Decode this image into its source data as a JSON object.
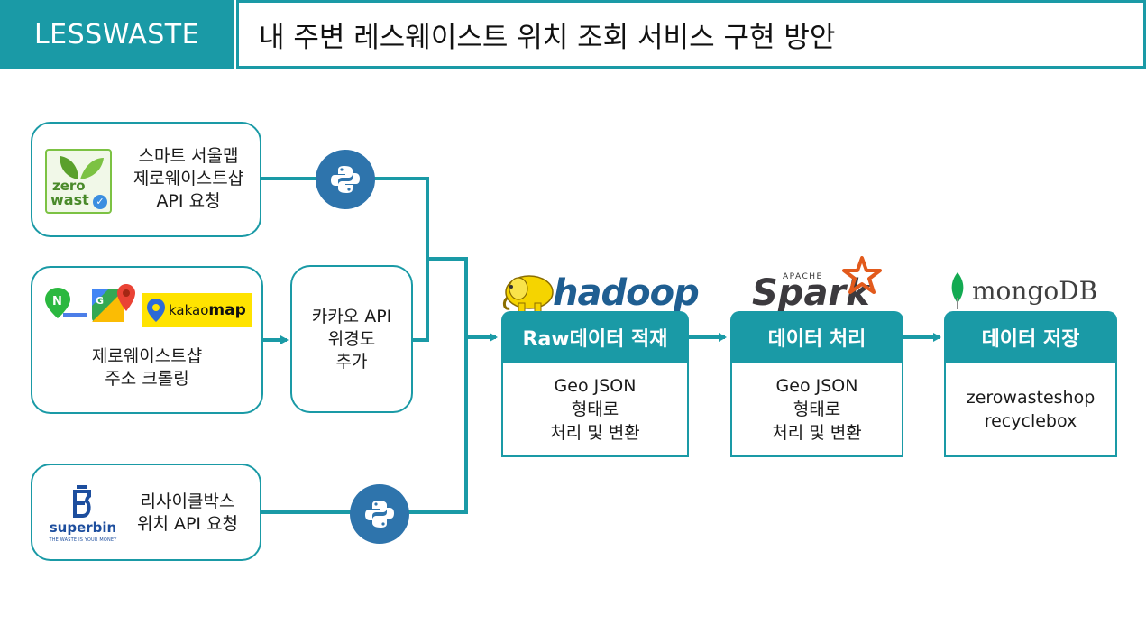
{
  "header": {
    "brand": "LESSWASTE",
    "title": "내 주변 레스웨이스트 위치 조회 서비스 구현 방안"
  },
  "sources": {
    "seoul": {
      "logo_line1": "zero",
      "logo_line2": "wast",
      "text": [
        "스마트 서울맵",
        "제로웨이스트샵",
        "API 요청"
      ]
    },
    "crawl": {
      "kakao_label_a": "kakao",
      "kakao_label_b": "map",
      "text": [
        "제로웨이스트샵",
        "주소 크롤링"
      ]
    },
    "kakao_geo": {
      "text": [
        "카카오 API",
        "위경도",
        "추가"
      ]
    },
    "superbin": {
      "logo_word": "superbin",
      "logo_tagline": "THE WASTE IS YOUR MONEY",
      "text": [
        "리사이클박스",
        "위치 API 요청"
      ]
    }
  },
  "stages": [
    {
      "logo": "hadoop",
      "head": "Raw데이터 적재",
      "body": [
        "Geo JSON",
        "형태로",
        "처리 및 변환"
      ]
    },
    {
      "logo_small": "APACHE",
      "logo": "Spark",
      "head": "데이터 처리",
      "body": [
        "Geo JSON",
        "형태로",
        "처리 및 변환"
      ]
    },
    {
      "logo": "mongoDB",
      "head": "데이터 저장",
      "body": [
        "zerowasteshop",
        "recyclebox"
      ]
    }
  ],
  "colors": {
    "teal": "#1a9aa6",
    "python_badge": "#2e74ac",
    "hadoop_yellow": "#f5d400",
    "spark_orange": "#e25a1c",
    "mongo_green": "#13aa52"
  }
}
